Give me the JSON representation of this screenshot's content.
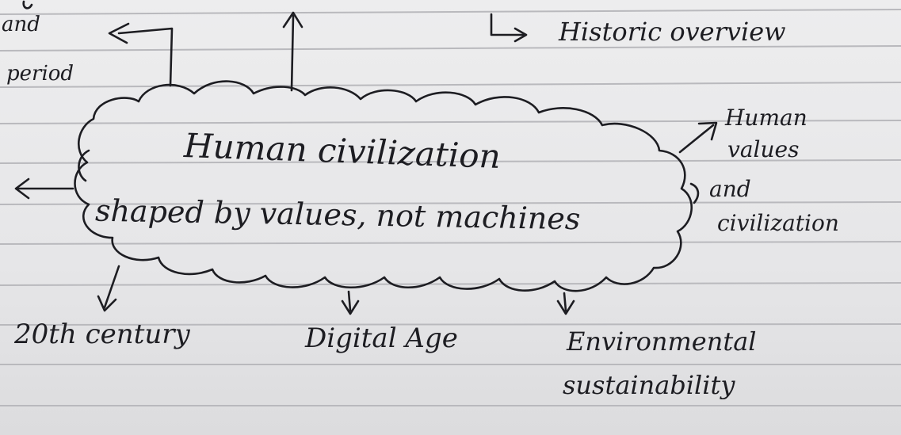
{
  "diagram": {
    "central_node": {
      "line1": "Human civilization",
      "line2": "shaped by values, not machines"
    },
    "top_left_text": {
      "line1": "and",
      "line2": "period"
    },
    "top_right_text": "Historic overview",
    "right_text": {
      "line1": "Human",
      "line2": "values",
      "line3": "and",
      "line4": "civilization"
    },
    "bottom_texts": {
      "item1": "20th century",
      "item2": "Digital Age",
      "item3_line1": "Environmental",
      "item3_line2": "sustainability"
    }
  },
  "colors": {
    "ink": "#1d1d22",
    "paper": "#e9e9ea",
    "rule_lines": "#b9b9bd"
  }
}
